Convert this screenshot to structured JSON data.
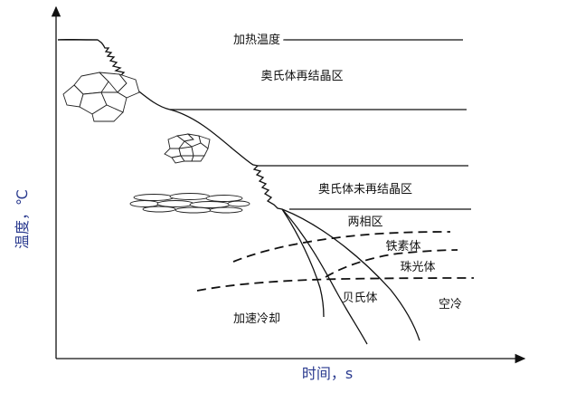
{
  "axes": {
    "y_label": "温度，℃",
    "x_label": "时间，s"
  },
  "levels": {
    "heating_temperature": "加热温度",
    "austenite_recrystallization_zone": "奥氏体再结晶区",
    "austenite_non_recrystallization_zone": "奥氏体未再结晶区",
    "two_phase_zone": "两相区"
  },
  "phases": {
    "ferrite": "铁素体",
    "pearlite": "珠光体",
    "bainite": "贝氏体"
  },
  "cooling": {
    "accelerated_cooling": "加速冷却",
    "air_cooling": "空冷"
  }
}
